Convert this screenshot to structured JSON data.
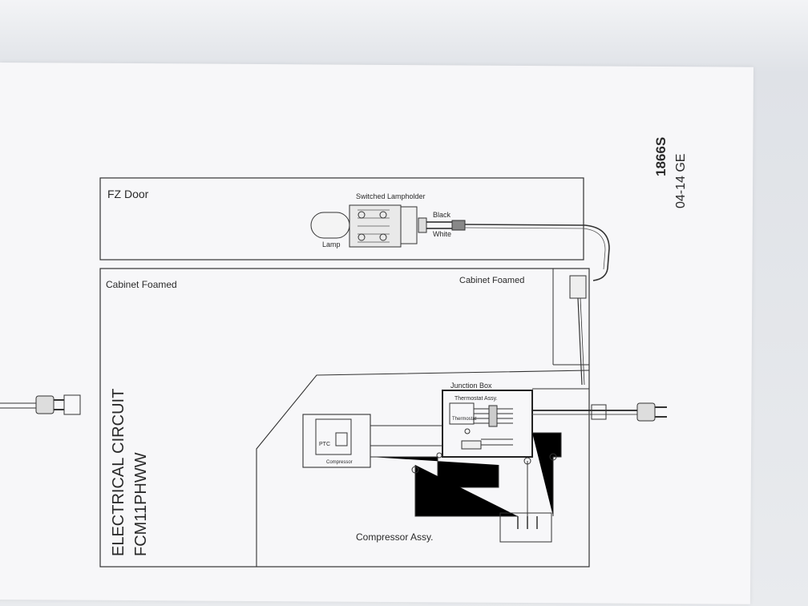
{
  "document": {
    "code": "1866S",
    "revision": "04-14 GE",
    "title_line1": "ELECTRICAL CIRCUIT",
    "title_line2": "FCM11PHWW"
  },
  "sections": {
    "fz_door": "FZ Door",
    "cabinet_left": "Cabinet Foamed",
    "cabinet_right": "Cabinet Foamed",
    "compressor_assy": "Compressor Assy."
  },
  "components": {
    "lampholder": "Switched Lampholder",
    "lamp": "Lamp",
    "wire_black": "Black",
    "wire_white": "White",
    "junction_box": "Junction Box",
    "thermostat_assy": "Thermostat Assy.",
    "thermostat": "Thermostat",
    "ptc": "PTC",
    "compressor": "Compressor"
  }
}
